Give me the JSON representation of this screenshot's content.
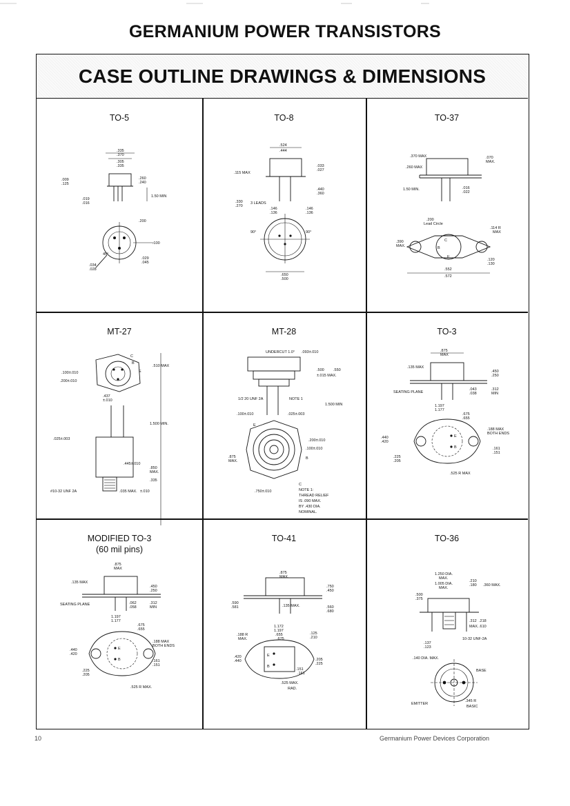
{
  "page_title": "GERMANIUM POWER TRANSISTORS",
  "banner_title": "CASE OUTLINE DRAWINGS & DIMENSIONS",
  "cells": [
    {
      "label": "TO-5"
    },
    {
      "label": "TO-8"
    },
    {
      "label": "TO-37"
    },
    {
      "label": "MT-27"
    },
    {
      "label": "MT-28"
    },
    {
      "label": "TO-3"
    },
    {
      "label": "MODIFIED TO-3",
      "sublabel": "(60 mil pins)"
    },
    {
      "label": "TO-41"
    },
    {
      "label": "TO-36"
    }
  ],
  "footer": {
    "page_number": "10",
    "company": "Germanium Power Devices Corporation"
  }
}
